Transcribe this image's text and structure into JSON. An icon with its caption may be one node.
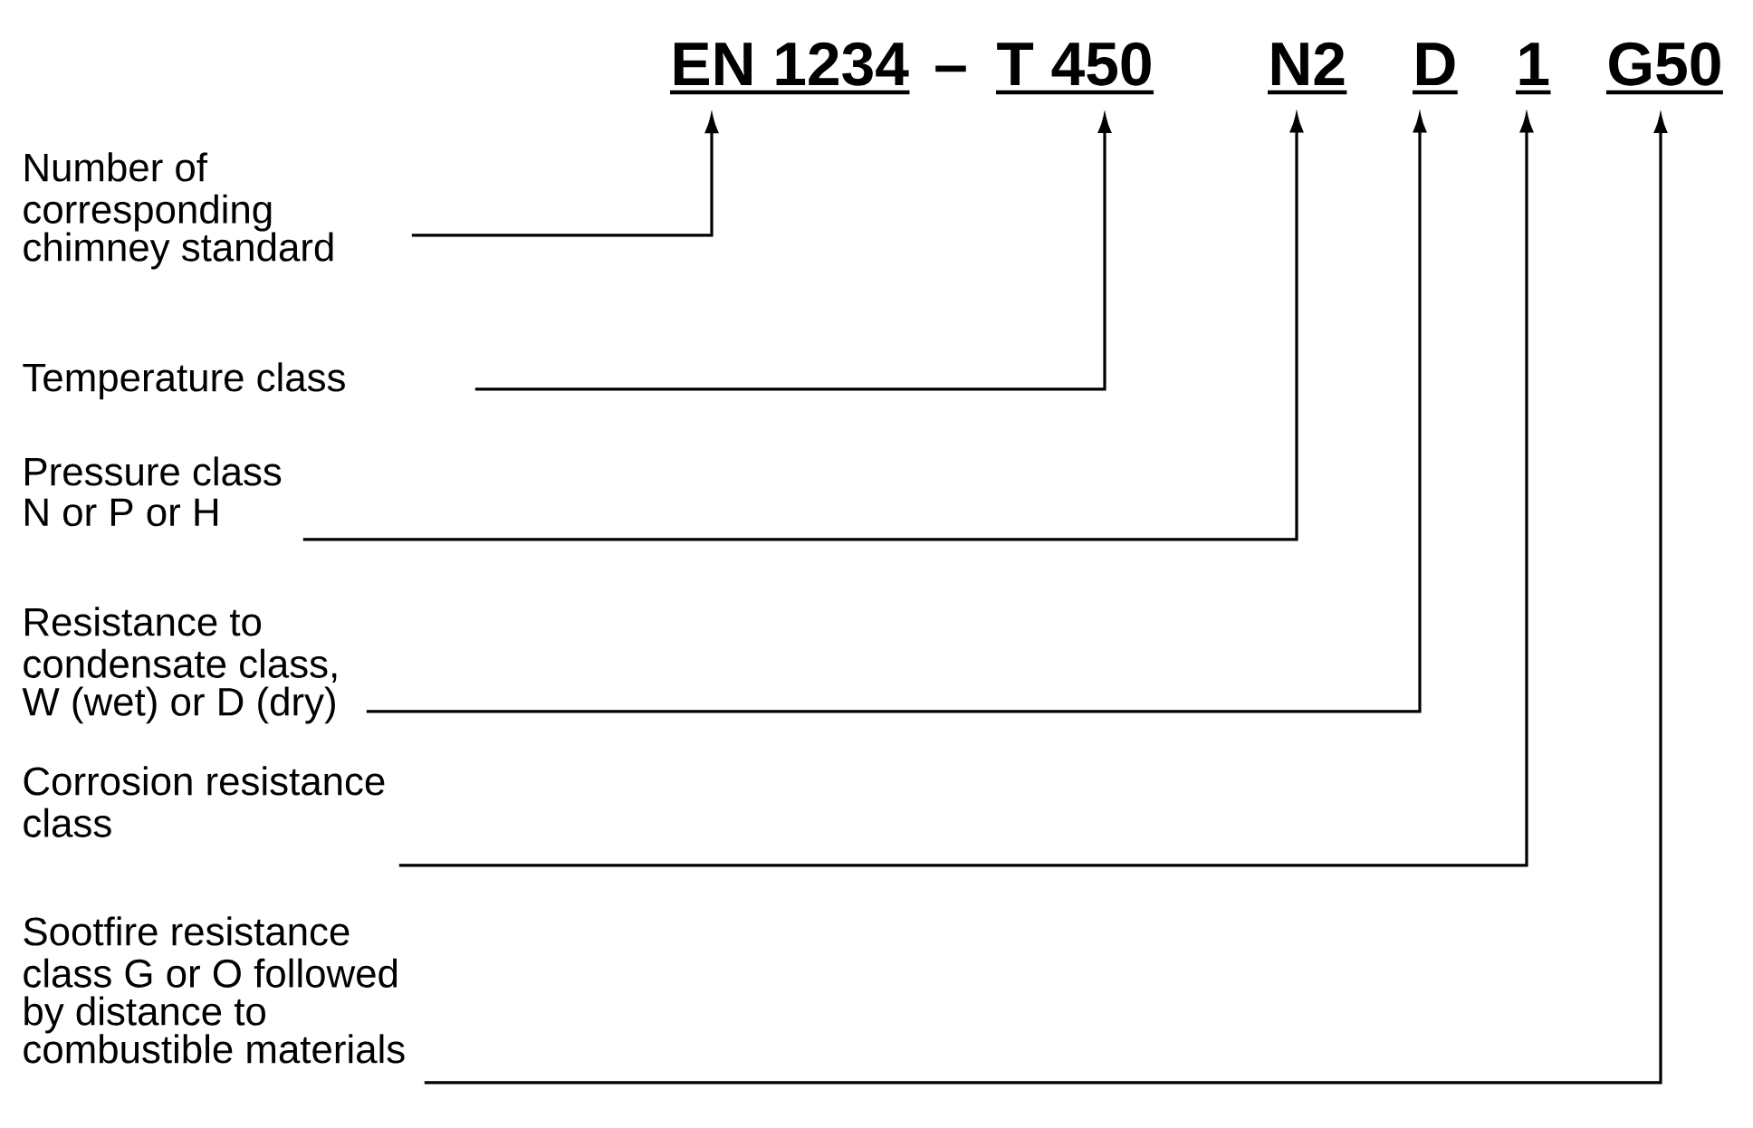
{
  "diagram": {
    "nodes": [
      {
        "text": [
          "EN 1234"
        ]
      },
      {
        "text": [
          "T 450"
        ]
      },
      {
        "text": [
          "N2"
        ]
      },
      {
        "text": [
          "D"
        ]
      },
      {
        "text": [
          "1"
        ]
      },
      {
        "text": [
          "G50"
        ]
      },
      {
        "text": [
          "Number of corresponding chimney standard"
        ]
      },
      {
        "text": [
          "Temperature class"
        ]
      },
      {
        "text": [
          "Pressure class N or P or H"
        ]
      },
      {
        "text": [
          "Resistance to condensate class, W (wet) or D (dry)"
        ]
      },
      {
        "text": [
          "Corrosion resistance class"
        ]
      },
      {
        "text": [
          "Sootfire resistance class G or O followed by distance to combustible materials"
        ]
      }
    ],
    "edges": [
      {
        "from": 6,
        "to": 0,
        "arrow": "to"
      },
      {
        "from": 7,
        "to": 1,
        "arrow": "to"
      },
      {
        "from": 8,
        "to": 2,
        "arrow": "to"
      },
      {
        "from": 9,
        "to": 3,
        "arrow": "to"
      },
      {
        "from": 10,
        "to": 4,
        "arrow": "to"
      },
      {
        "from": 11,
        "to": 5,
        "arrow": "to"
      }
    ],
    "labels": [
      "–"
    ]
  }
}
